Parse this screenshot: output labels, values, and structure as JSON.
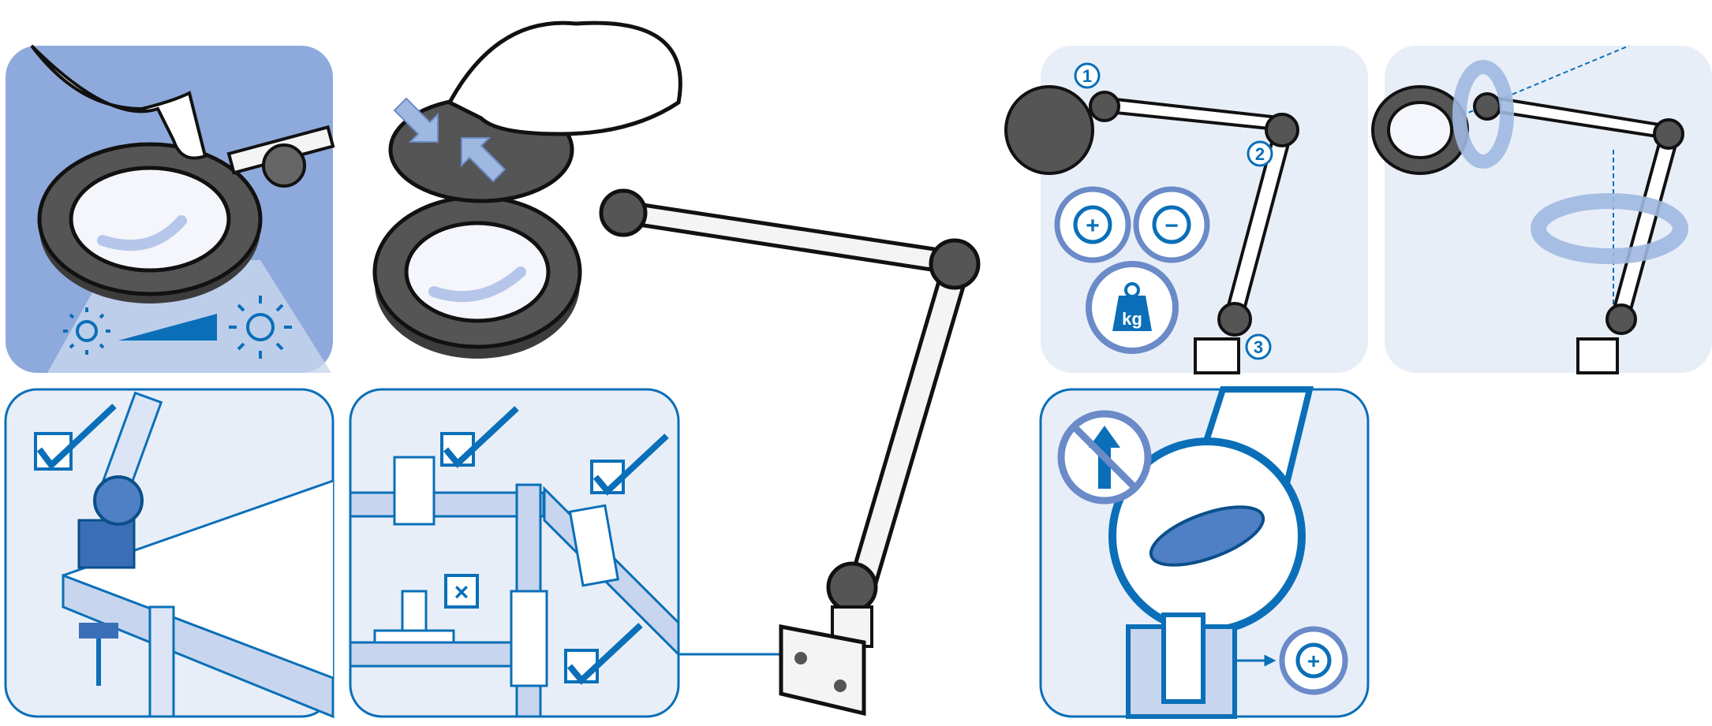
{
  "colors": {
    "accent": "#0a6fb8",
    "panel_bg": "#e8eef8",
    "panel_light": "#9fb8e0",
    "lamp_dark": "#4a4a4a",
    "lens": "#f4f6fb"
  },
  "panels": {
    "brightness": {
      "icons": [
        "sun-dim-icon",
        "sun-bright-icon"
      ]
    },
    "mounting": {
      "icons": [
        "checkmark-icon"
      ]
    },
    "rail_mount": {
      "icons": [
        "checkmark-icon",
        "checkmark-icon",
        "checkmark-icon",
        "cross-icon"
      ],
      "cross_label": "×"
    },
    "tension": {
      "step1": "1",
      "step2": "2",
      "step3": "3",
      "plus_label": "+",
      "minus_label": "−",
      "weight_label": "kg"
    },
    "rotation": {
      "icons": [
        "rotate-arrow-icon",
        "rotate-arrow-icon"
      ]
    },
    "socket": {
      "plus_label": "+",
      "icons": [
        "no-pull-up-icon",
        "tighten-icon"
      ]
    }
  }
}
